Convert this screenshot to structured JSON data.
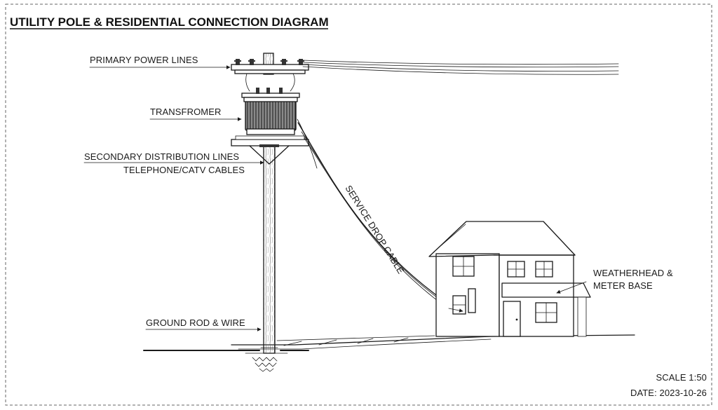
{
  "title": "UTILITY POLE & RESIDENTIAL CONNECTION DIAGRAM",
  "labels": {
    "primary": "PRIMARY POWER LINES",
    "transformer": "TRANSFROMER",
    "secondary": "SECONDARY DISTRIBUTION LINES",
    "telephone": "TELEPHONE/CATV CABLES",
    "ground": "GROUND ROD & WIRE",
    "service_drop": "SERVICE DROP CABLE",
    "weatherhead_1": "WEATHERHEAD &",
    "weatherhead_2": "METER BASE"
  },
  "footer": {
    "scale": "SCALE 1:50",
    "date": "DATE: 2023-10-26"
  }
}
